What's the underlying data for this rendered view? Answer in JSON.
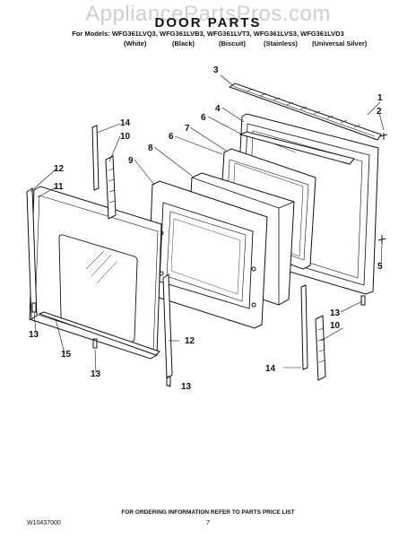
{
  "watermark": "AppliancePartsPros.com",
  "title": "DOOR PARTS",
  "models_line": "For Models: WFG361LVQ3, WFG361LVB3, WFG361LVT3, WFG361LVS3, WFG361LVD3",
  "variants": [
    "(White)",
    "(Black)",
    "(Biscuit)",
    "(Stainless)",
    "(Universal Silver)"
  ],
  "callouts": [
    "3",
    "1",
    "4",
    "2",
    "6",
    "7",
    "14",
    "10",
    "8",
    "6",
    "9",
    "12",
    "11",
    "5",
    "13",
    "10",
    "13",
    "15",
    "12",
    "13",
    "13",
    "14"
  ],
  "footer": {
    "doc_number": "W10437000",
    "ordering_note": "FOR ORDERING INFORMATION REFER TO PARTS PRICE LIST",
    "page": "7"
  }
}
